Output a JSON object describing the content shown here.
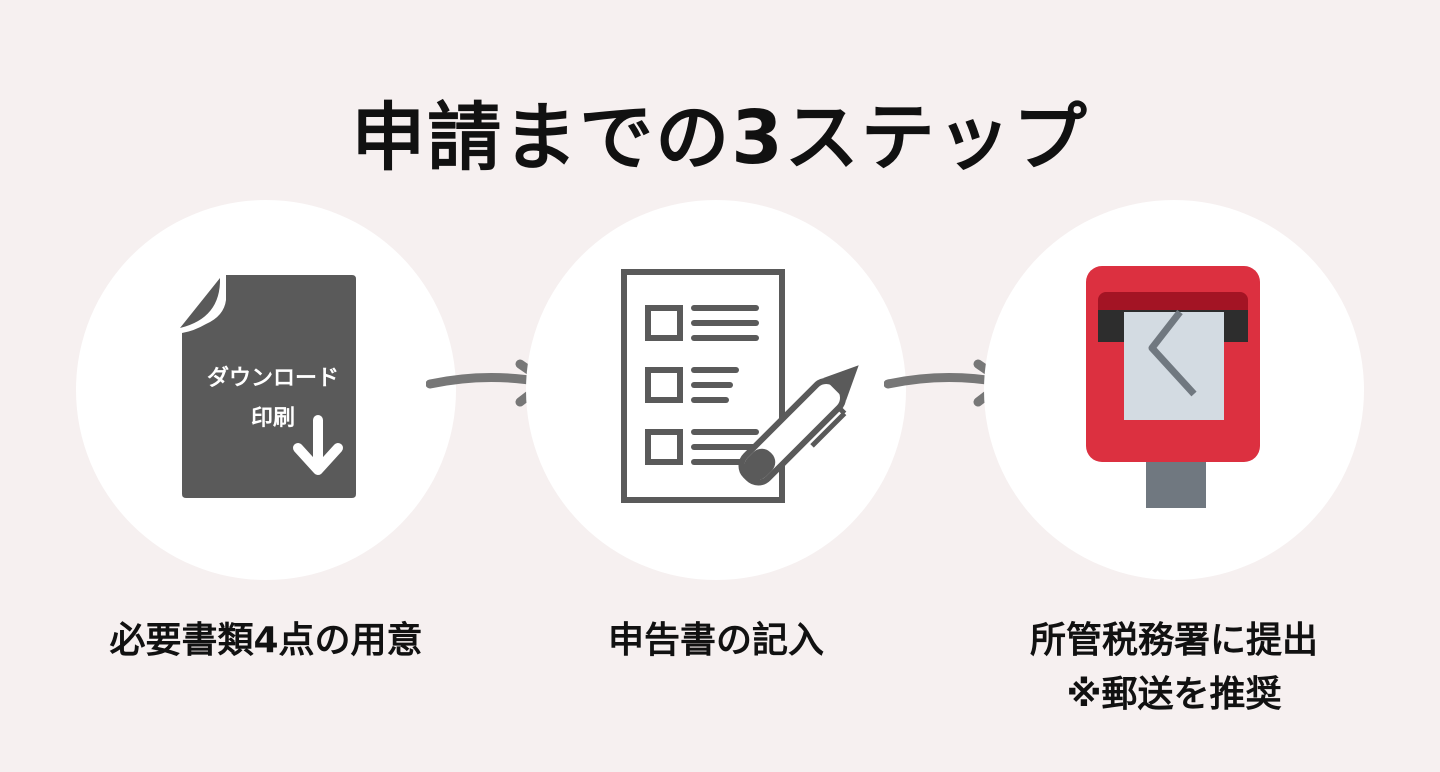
{
  "title": "申請までの3ステップ",
  "colors": {
    "background": "#f6f0f0",
    "circle": "#ffffff",
    "icon_gray": "#5a5a5a",
    "arrow_gray": "#777777",
    "post_red": "#dc3040",
    "post_dark_red": "#a31424",
    "post_slot": "#2d2d2d",
    "post_stand": "#707880",
    "envelope": "#d3dbe2"
  },
  "steps": [
    {
      "icon": "document-download-icon",
      "icon_text_1": "ダウンロード",
      "icon_text_2": "印刷",
      "label": "必要書類4点の用意"
    },
    {
      "icon": "checklist-pen-icon",
      "label": "申告書の記入"
    },
    {
      "icon": "mailbox-icon",
      "label_line1": "所管税務署に提出",
      "label_line2": "※郵送を推奨"
    }
  ],
  "arrows": [
    "arrow-right-icon",
    "arrow-right-icon"
  ]
}
